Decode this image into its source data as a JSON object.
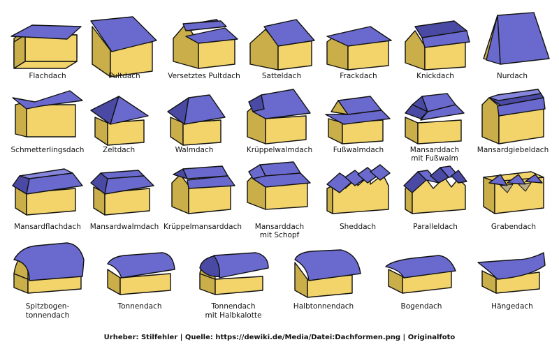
{
  "roof_types": [
    {
      "id": "flachdach",
      "label": [
        "Flachdach"
      ]
    },
    {
      "id": "pultdach",
      "label": [
        "Pultdach"
      ]
    },
    {
      "id": "versetztes-pultdach",
      "label": [
        "Versetztes Pultdach"
      ]
    },
    {
      "id": "satteldach",
      "label": [
        "Satteldach"
      ]
    },
    {
      "id": "frackdach",
      "label": [
        "Frackdach"
      ]
    },
    {
      "id": "knickdach",
      "label": [
        "Knickdach"
      ]
    },
    {
      "id": "nurdach",
      "label": [
        "Nurdach"
      ]
    },
    {
      "id": "schmetterlingsdach",
      "label": [
        "Schmetterlingsdach"
      ]
    },
    {
      "id": "zeltdach",
      "label": [
        "Zeltdach"
      ]
    },
    {
      "id": "walmdach",
      "label": [
        "Walmdach"
      ]
    },
    {
      "id": "krueppelwalmdach",
      "label": [
        "Krüppelwalmdach"
      ]
    },
    {
      "id": "fusswalmdach",
      "label": [
        "Fußwalmdach"
      ]
    },
    {
      "id": "mansarddach-mit-fusswalm",
      "label": [
        "Mansarddach",
        "mit Fußwalm"
      ]
    },
    {
      "id": "mansardgiebeldach",
      "label": [
        "Mansardgiebeldach"
      ]
    },
    {
      "id": "mansardflachdach",
      "label": [
        "Mansardflachdach"
      ]
    },
    {
      "id": "mansardwalmdach",
      "label": [
        "Mansardwalmdach"
      ]
    },
    {
      "id": "krueppelmansarddach",
      "label": [
        "Krüppelmansarddach"
      ]
    },
    {
      "id": "mansarddach-mit-schopf",
      "label": [
        "Mansarddach",
        "mit Schopf"
      ]
    },
    {
      "id": "sheddach",
      "label": [
        "Sheddach"
      ]
    },
    {
      "id": "paralleldach",
      "label": [
        "Paralleldach"
      ]
    },
    {
      "id": "grabendach",
      "label": [
        "Grabendach"
      ]
    },
    {
      "id": "spitzbogentonnendach",
      "label": [
        "Spitzbogen-",
        "tonnendach"
      ]
    },
    {
      "id": "tonnendach",
      "label": [
        "Tonnendach"
      ]
    },
    {
      "id": "tonnendach-mit-halbkalotte",
      "label": [
        "Tonnendach",
        "mit Halbkalotte"
      ]
    },
    {
      "id": "halbtonnendach",
      "label": [
        "Halbtonnendach"
      ]
    },
    {
      "id": "bogendach",
      "label": [
        "Bogendach"
      ]
    },
    {
      "id": "haengedach",
      "label": [
        "Hängedach"
      ]
    }
  ],
  "credit": "Urheber: Stilfehler | Quelle: https://dewiki.de/Media/Datei:Dachformen.png | Originalfoto",
  "colors": {
    "wall_front": "#F2D46B",
    "wall_side": "#C9AE4A",
    "roof": "#6A6ACE",
    "roof_dark": "#4A4AA4",
    "roof_light": "#8585DD"
  }
}
